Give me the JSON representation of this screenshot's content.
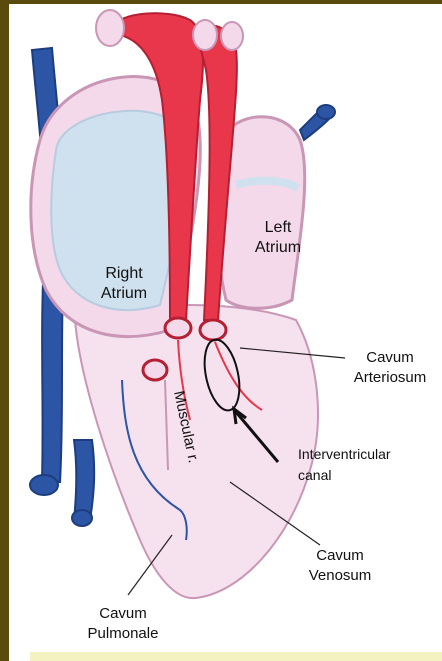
{
  "labels": {
    "right_atrium_line1": "Right",
    "right_atrium_line2": "Atrium",
    "left_atrium_line1": "Left",
    "left_atrium_line2": "Atrium",
    "cavum_arteriosum_line1": "Cavum",
    "cavum_arteriosum_line2": "Arteriosum",
    "interventricular_line1": "Interventricular",
    "interventricular_line2": "canal",
    "muscular_ridge": "Muscular r.",
    "cavum_venosum_line1": "Cavum",
    "cavum_venosum_line2": "Venosum",
    "cavum_pulmonale_line1": "Cavum",
    "cavum_pulmonale_line2": "Pulmonale"
  },
  "colors": {
    "frame": "#5a4a0c",
    "background": "#ffffff",
    "heart_pink": "#f3d9ea",
    "heart_outline": "#c996b6",
    "artery_red": "#e8364a",
    "vein_blue": "#2d55a5",
    "atrium_blue": "#cfe0ef",
    "footer_bar": "#f4f2c0"
  }
}
